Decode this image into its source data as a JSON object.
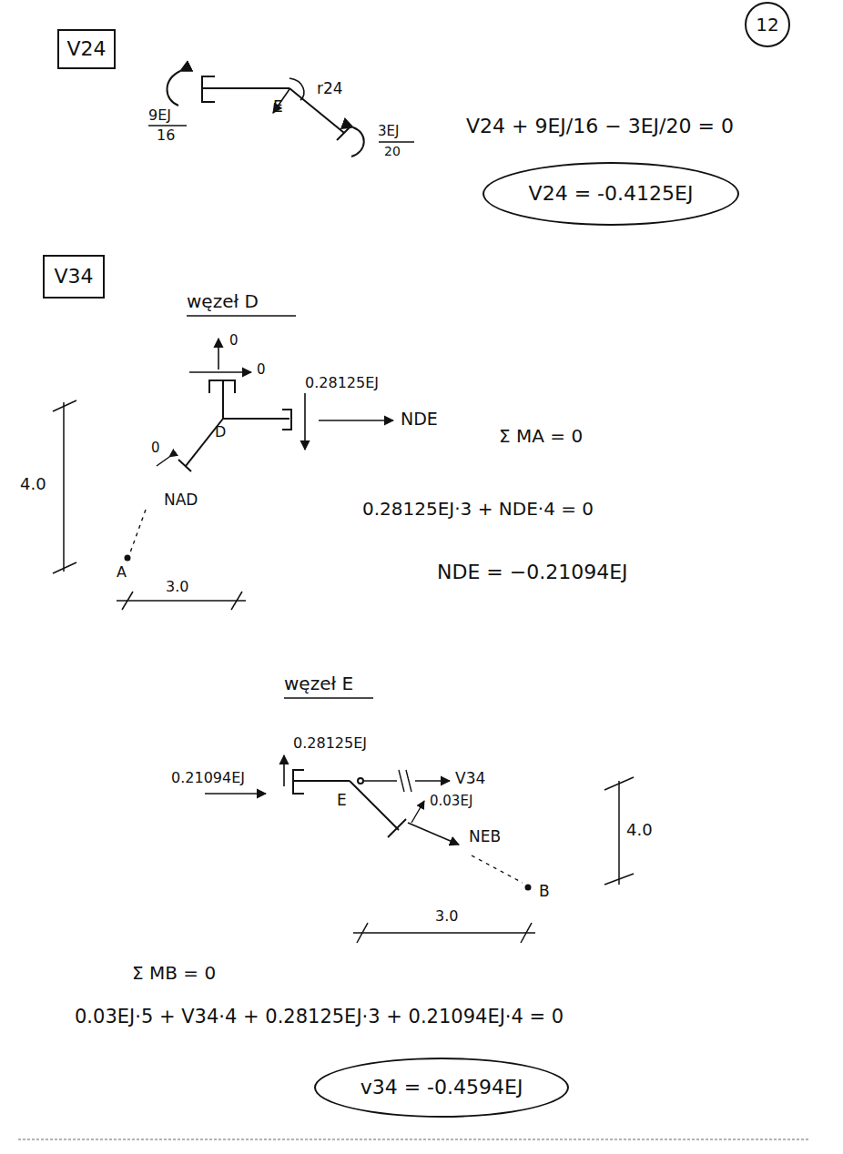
{
  "diagram": {
    "nodes": [
      {
        "text": [
          "12"
        ]
      },
      {
        "text": [
          "V24"
        ]
      },
      {
        "text": [
          "V24 = -0.4125EJ"
        ]
      },
      {
        "text": [
          "V34"
        ]
      },
      {
        "text": [
          "v34 = -0.4594EJ"
        ]
      }
    ],
    "labels": [
      "9EJ",
      "16",
      "E",
      "r24",
      "3EJ",
      "20",
      "V24 + 9EJ/16 − 3EJ/20 = 0",
      "węzeł D",
      "0",
      "0",
      "0.28125EJ",
      "NDE",
      "D",
      "0",
      "NAD",
      "A",
      "4.0",
      "3.0",
      "Σ MA = 0",
      "0.28125EJ·3 + NDE·4 = 0",
      "NDE = −0.21094EJ",
      "węzeł E",
      "0.28125EJ",
      "0.21094EJ",
      "E",
      "V34",
      "0.03EJ",
      "NEB",
      "B",
      "4.0",
      "3.0",
      "Σ MB = 0",
      "0.03EJ·5 + V34·4 + 0.28125EJ·3 + 0.21094EJ·4 = 0"
    ]
  }
}
